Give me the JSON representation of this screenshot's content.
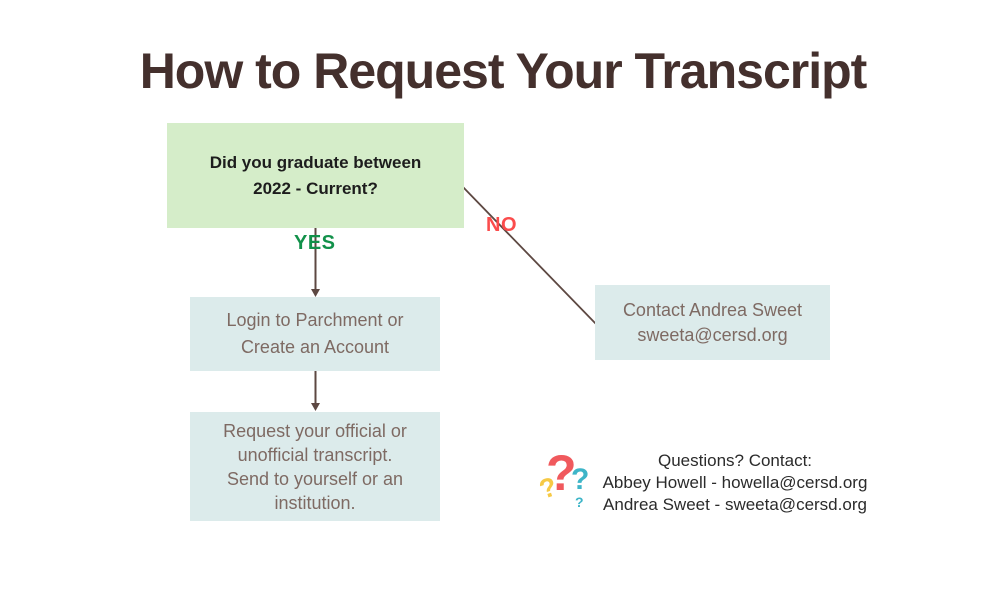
{
  "title": "How to Request Your Transcript",
  "flowchart": {
    "decision_box": {
      "lines": [
        "Did you graduate between",
        "2022 - Current?"
      ]
    },
    "yes_label": "YES",
    "no_label": "NO",
    "login_box": {
      "lines": [
        "Login to Parchment or",
        "Create an Account"
      ]
    },
    "request_box": {
      "lines": [
        "Request your official or",
        "unofficial transcript.",
        "Send to yourself or an",
        "institution."
      ]
    },
    "contact_box": {
      "lines": [
        "Contact Andrea Sweet",
        "sweeta@cersd.org"
      ]
    }
  },
  "footer": {
    "heading": "Questions? Contact:",
    "contacts": [
      "Abbey Howell - howella@cersd.org",
      "Andrea Sweet - sweeta@cersd.org"
    ],
    "icon": {
      "name": "question-marks-icon",
      "glyph": "?"
    }
  },
  "colors": {
    "title_text": "#44302d",
    "decision_box_bg": "#d5edc9",
    "info_box_bg": "#dcebeb",
    "box_text": "#7e6a63",
    "decision_text": "#1d1d1d",
    "yes_green": "#12914a",
    "no_red": "#fb4c4c",
    "connector_brown": "#5d4842",
    "footer_text": "#2b2b2b",
    "qmark_red": "#f0595d",
    "qmark_teal": "#3eb5c8",
    "qmark_yellow": "#f6c945"
  }
}
